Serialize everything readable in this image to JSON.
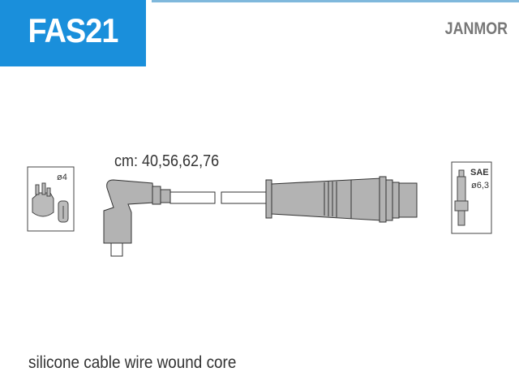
{
  "header": {
    "code": "FAS21",
    "brand": "JANMOR"
  },
  "diagram": {
    "lengths_label": "cm: 40,56,62,76",
    "distributor_diameter": "ø4",
    "plug_standard": "SAE",
    "plug_diameter": "ø6,3"
  },
  "footer": {
    "description": "silicone cable wire wound core"
  },
  "colors": {
    "accent": "#1a8fdb",
    "part_fill": "#b3b3b3"
  }
}
